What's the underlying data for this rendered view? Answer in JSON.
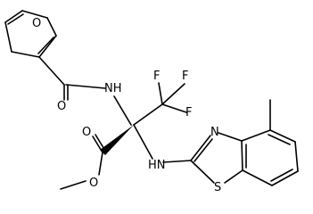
{
  "molecule": {
    "atoms": {
      "furan_o": "O",
      "amide_o": "O",
      "amide_nh": "NH",
      "f_top_left": "F",
      "f_top_right": "F",
      "f_right": "F",
      "ester_carbonyl_o": "O",
      "ester_o": "O",
      "amine_nh": "HN",
      "thiazole_n": "N",
      "thiazole_s": "S"
    }
  }
}
